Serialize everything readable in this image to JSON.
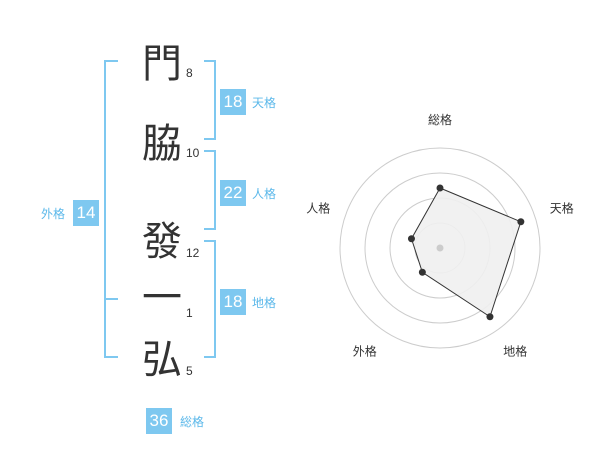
{
  "name": {
    "chars": [
      {
        "char": "門",
        "strokes": "8"
      },
      {
        "char": "脇",
        "strokes": "10"
      },
      {
        "char": "發",
        "strokes": "12"
      },
      {
        "char": "一",
        "strokes": "1"
      },
      {
        "char": "弘",
        "strokes": "5"
      }
    ]
  },
  "fortune": {
    "tenkaku": {
      "value": "18",
      "label": "天格"
    },
    "jinkaku": {
      "value": "22",
      "label": "人格"
    },
    "chikaku": {
      "value": "18",
      "label": "地格"
    },
    "gaikaku": {
      "value": "14",
      "label": "外格"
    },
    "soukaku": {
      "value": "36",
      "label": "総格"
    }
  },
  "chart_data": {
    "type": "radar",
    "axes": [
      "総格",
      "天格",
      "地格",
      "外格",
      "人格"
    ],
    "values": [
      0.6,
      0.85,
      0.85,
      0.3,
      0.3
    ],
    "scale_max": 1,
    "rings": 4,
    "colors": {
      "fill": "#efefef",
      "line": "#333333",
      "point": "#333333",
      "grid": "#cccccc",
      "center": "#cccccc"
    }
  },
  "colors": {
    "accent": "#7ec8f0",
    "label": "#5bb8ea",
    "text": "#333333"
  }
}
